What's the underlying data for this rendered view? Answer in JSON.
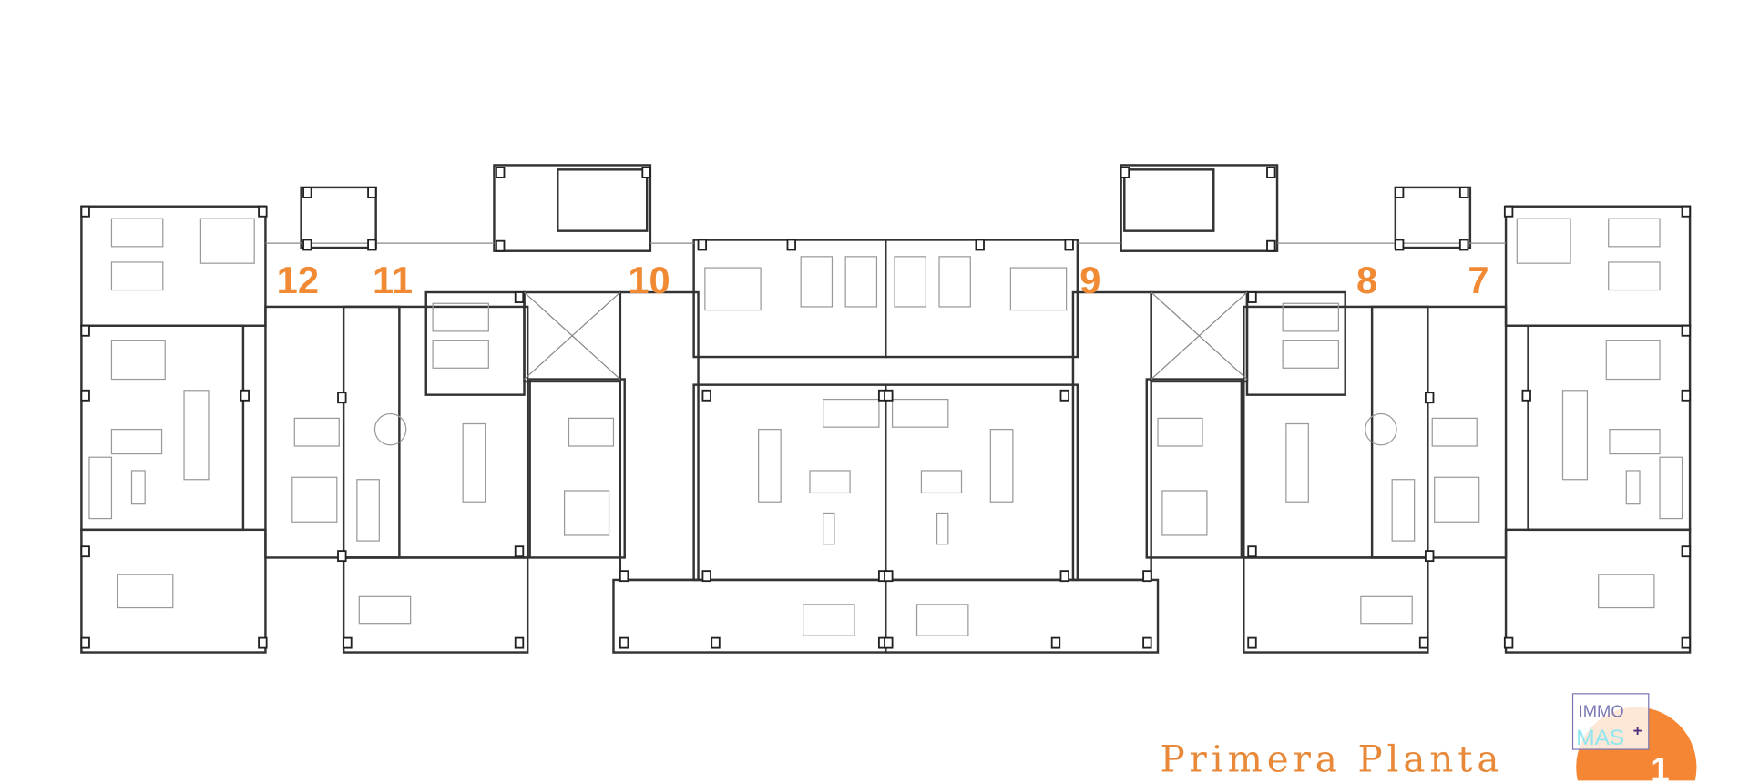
{
  "plan": {
    "title": "Primera Planta",
    "units": [
      {
        "label": "12"
      },
      {
        "label": "11"
      },
      {
        "label": "10"
      },
      {
        "label": "9"
      },
      {
        "label": "8"
      },
      {
        "label": "7"
      }
    ],
    "floor_badge": "1",
    "accent_color": "#f08a35"
  },
  "logo": {
    "line1": "IMMO",
    "line2": "MAS",
    "plus": "+"
  }
}
